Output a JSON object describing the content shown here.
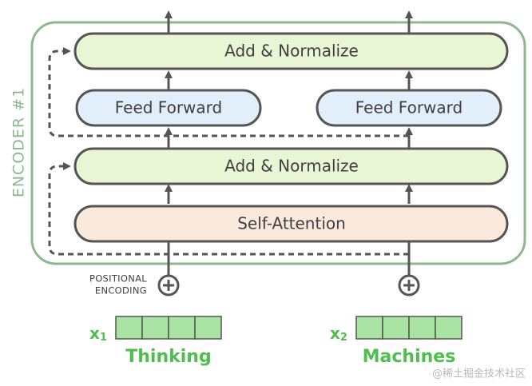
{
  "encoder": {
    "label": "ENCODER #1",
    "colors": {
      "frame": "#8db88e",
      "add_normalize_fill": "#e8f6d5",
      "feed_forward_fill": "#e3eefb",
      "self_attention_fill": "#fbe9dc",
      "block_stroke": "#555555",
      "embedding_fill": "#a9e4a2",
      "embedding_stroke": "#555555",
      "word_color": "#4ebf4e"
    }
  },
  "blocks": {
    "add_normalize_top": "Add & Normalize",
    "feed_forward_left": "Feed Forward",
    "feed_forward_right": "Feed Forward",
    "add_normalize_bottom": "Add & Normalize",
    "self_attention": "Self-Attention"
  },
  "positional_encoding": {
    "line1": "POSITIONAL",
    "line2": "ENCODING",
    "icon": "plus-circle-icon"
  },
  "inputs": [
    {
      "x_main": "x",
      "x_sub": "1",
      "word": "Thinking"
    },
    {
      "x_main": "x",
      "x_sub": "2",
      "word": "Machines"
    }
  ],
  "watermark": "@稀土掘金技术社区"
}
